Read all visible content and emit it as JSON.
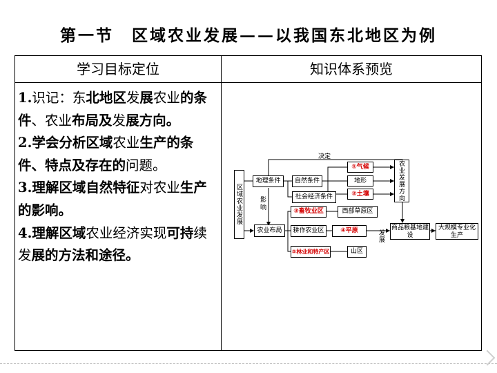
{
  "title": "第一节　区域农业发展——以我国东北地区为例",
  "table": {
    "left_header": "学习目标定位",
    "right_header": "知识体系预览"
  },
  "goals": [
    {
      "num": "1.",
      "segments": [
        {
          "t": "识记：东",
          "b": false
        },
        {
          "t": "北地区",
          "b": true
        },
        {
          "t": "发",
          "b": false
        },
        {
          "t": "展",
          "b": true
        },
        {
          "t": "农业",
          "b": false
        },
        {
          "t": "的条件",
          "b": true
        },
        {
          "t": "、农业",
          "b": false
        },
        {
          "t": "布局及",
          "b": true
        },
        {
          "t": "发",
          "b": false
        },
        {
          "t": "展方向。",
          "b": true
        }
      ]
    },
    {
      "num": "2.",
      "segments": [
        {
          "t": "学会分析区域",
          "b": true
        },
        {
          "t": "农业",
          "b": false
        },
        {
          "t": "生产的条件、特点及存在的",
          "b": true
        },
        {
          "t": "问题。",
          "b": false
        }
      ]
    },
    {
      "num": "3.",
      "segments": [
        {
          "t": "理解区域自然特征",
          "b": true
        },
        {
          "t": "对农业",
          "b": false
        },
        {
          "t": "生产的影响。",
          "b": true
        }
      ]
    },
    {
      "num": "4.",
      "segments": [
        {
          "t": "理解区域",
          "b": true
        },
        {
          "t": "农业经济实现",
          "b": false
        },
        {
          "t": "可持",
          "b": true
        },
        {
          "t": "续发",
          "b": false
        },
        {
          "t": "展的方法和途径。",
          "b": true
        }
      ]
    }
  ],
  "diagram": {
    "decide": "决定",
    "region_dev": "区域农业发展",
    "geo_cond": "地理条件",
    "natural_cond": "自然条件",
    "socio_cond": "社会经济条件",
    "climate": "①气候",
    "terrain": "地形",
    "soil": "②土壤",
    "influence": "影响",
    "ag_layout": "农业布局",
    "zone3": "③畜牧业区",
    "west_grass": "西部草原区",
    "farm_zone": "耕作农业区",
    "zone4": "④平原",
    "forest_zone": "⑤林业和特产区",
    "mountain": "山区",
    "develop": "发展",
    "direction": "农业发展方向",
    "grain_base": "商品粮基地建设",
    "large_scale": "大规模专业化生产"
  }
}
